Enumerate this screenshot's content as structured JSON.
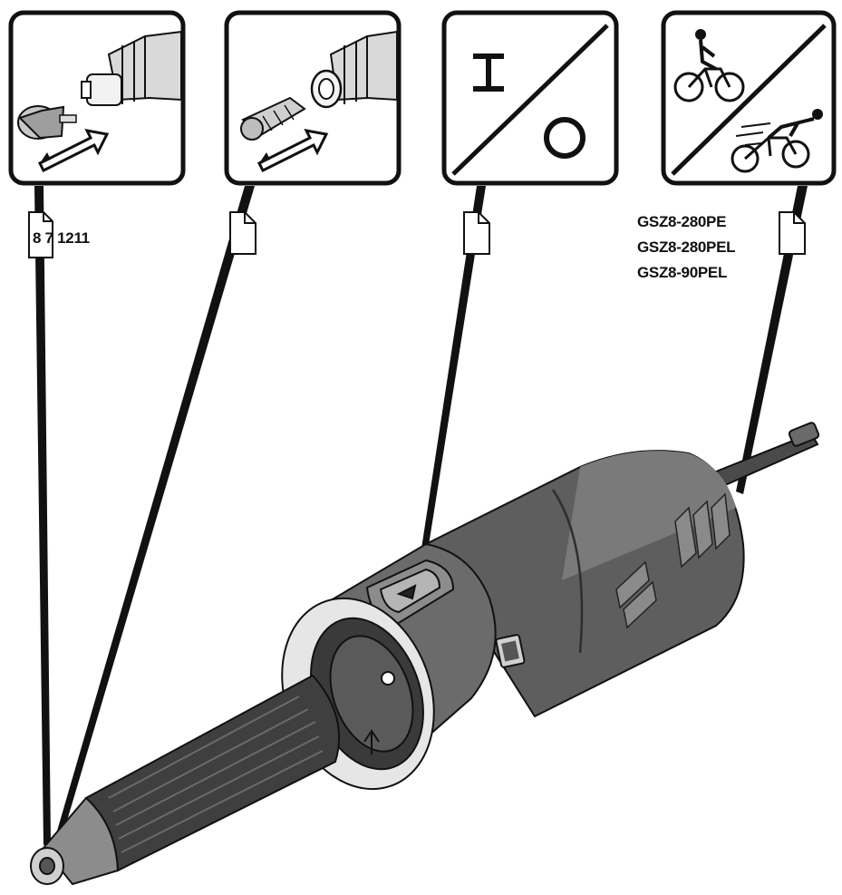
{
  "callouts": {
    "accessory_part_number": "8 7 1211",
    "model_variants": [
      "GSZ8-280PE",
      "GSZ8-280PEL",
      "GSZ8-90PEL"
    ]
  },
  "panels": [
    {
      "icon": "mounted-point-change-icon"
    },
    {
      "icon": "collet-change-icon"
    },
    {
      "icon": "on-off-switch-icon"
    },
    {
      "icon": "speed-selection-cyclist-icon"
    }
  ],
  "tool": {
    "icon": "straight-grinder-illustration"
  },
  "colors": {
    "ink": "#111111",
    "housing": "#5a5a5a",
    "grip": "#3e3e3e",
    "ring": "#e6e6e6"
  }
}
